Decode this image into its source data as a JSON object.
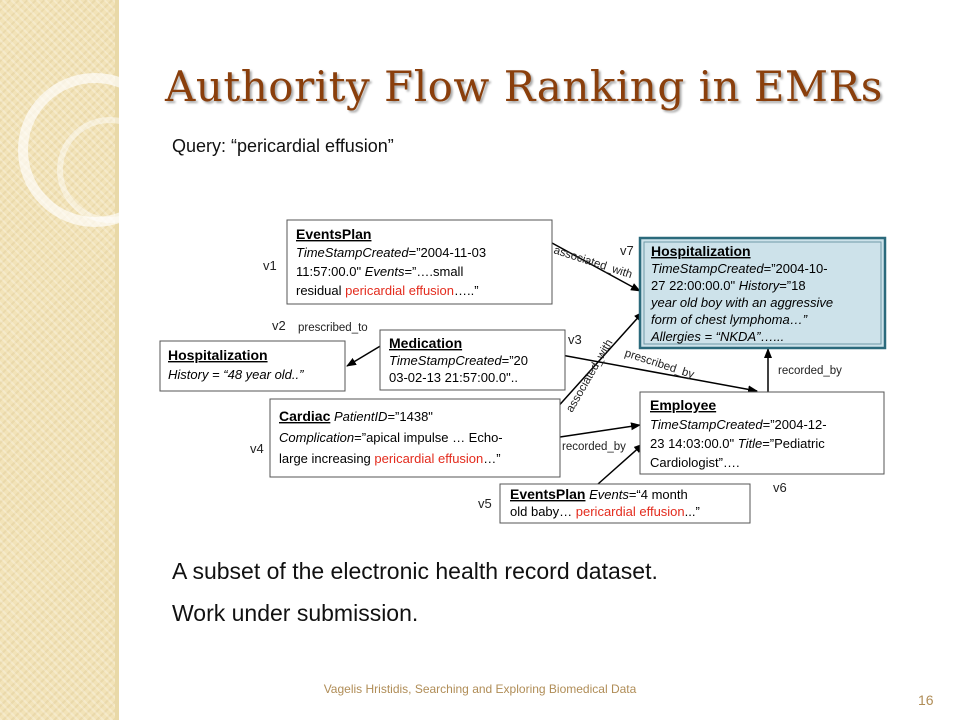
{
  "slide": {
    "title": "Authority Flow Ranking in EMRs",
    "query_label": "Query: “pericardial effusion”",
    "captions": [
      "A subset of the electronic health record dataset.",
      "Work under submission."
    ],
    "footer": "Vagelis Hristidis, Searching and Exploring Biomedical Data",
    "page_number": "16"
  },
  "colors": {
    "title": "#8a3f0c",
    "highlight": "#e32b1d",
    "selected_fill": "#cde2ea",
    "selected_border": "#2b6a7c"
  },
  "diagram": {
    "nodes": {
      "v1": {
        "id": "v1",
        "title": "EventsPlan",
        "line1a_italic": "TimeStampCreated",
        "line1a": "=”2004-11-03",
        "line2a": "11:57:00.0\" ",
        "line2b_italic": "Events",
        "line2c": "=”….small",
        "line3a": "residual ",
        "line3b_red": "pericardial effusion",
        "line3c": "…..”"
      },
      "v2": {
        "id": "v2",
        "title": "Hospitalization",
        "line1_italic": "History = “48 year old..”"
      },
      "v3": {
        "id": "v3",
        "title": "Medication",
        "line1_italic": "TimeStampCreated",
        "line1": "=”20",
        "line2": "03-02-13 21:57:00.0\".."
      },
      "v4": {
        "id": "v4",
        "title": "Cardiac",
        "title_italic": " PatientID",
        "title_rest": "=”1438\"",
        "line1_italic": "Complication",
        "line1": "=”apical impulse … Echo-",
        "line2a": "large increasing ",
        "line2b_red": "pericardial effusion",
        "line2c": "…”"
      },
      "v5": {
        "id": "v5",
        "title": "EventsPlan",
        "title_italic": " Events",
        "title_rest": "=“4 month",
        "line1a": "old baby… ",
        "line1b_red": "pericardial effusion",
        "line1c": "...”"
      },
      "v6": {
        "id": "v6",
        "title": "Employee",
        "line1_italic": "TimeStampCreated",
        "line1": "=”2004-12-",
        "line2a": "23 14:03:00.0\" ",
        "line2b_italic": "Title",
        "line2c": "=”Pediatric",
        "line3": "Cardiologist”…."
      },
      "v7": {
        "id": "v7",
        "title": "Hospitalization",
        "line1_italic": "TimeStampCreated",
        "line1": "=”2004-10-",
        "line2a": "27 22:00:00.0\"  ",
        "line2b_italic": "History",
        "line2c": "=”18",
        "line3_italic": "year old boy with an aggressive",
        "line4_italic": "form of chest lymphoma…”",
        "line5_italic": "Allergies = “NKDA”…..."
      }
    },
    "edges": {
      "associated_with_top": "associated_with",
      "associated_with_diag": "associated_with",
      "prescribed_to": "prescribed_to",
      "prescribed_by": "prescribed_by",
      "recorded_by_right": "recorded_by",
      "recorded_by_mid": "recorded_by"
    }
  }
}
